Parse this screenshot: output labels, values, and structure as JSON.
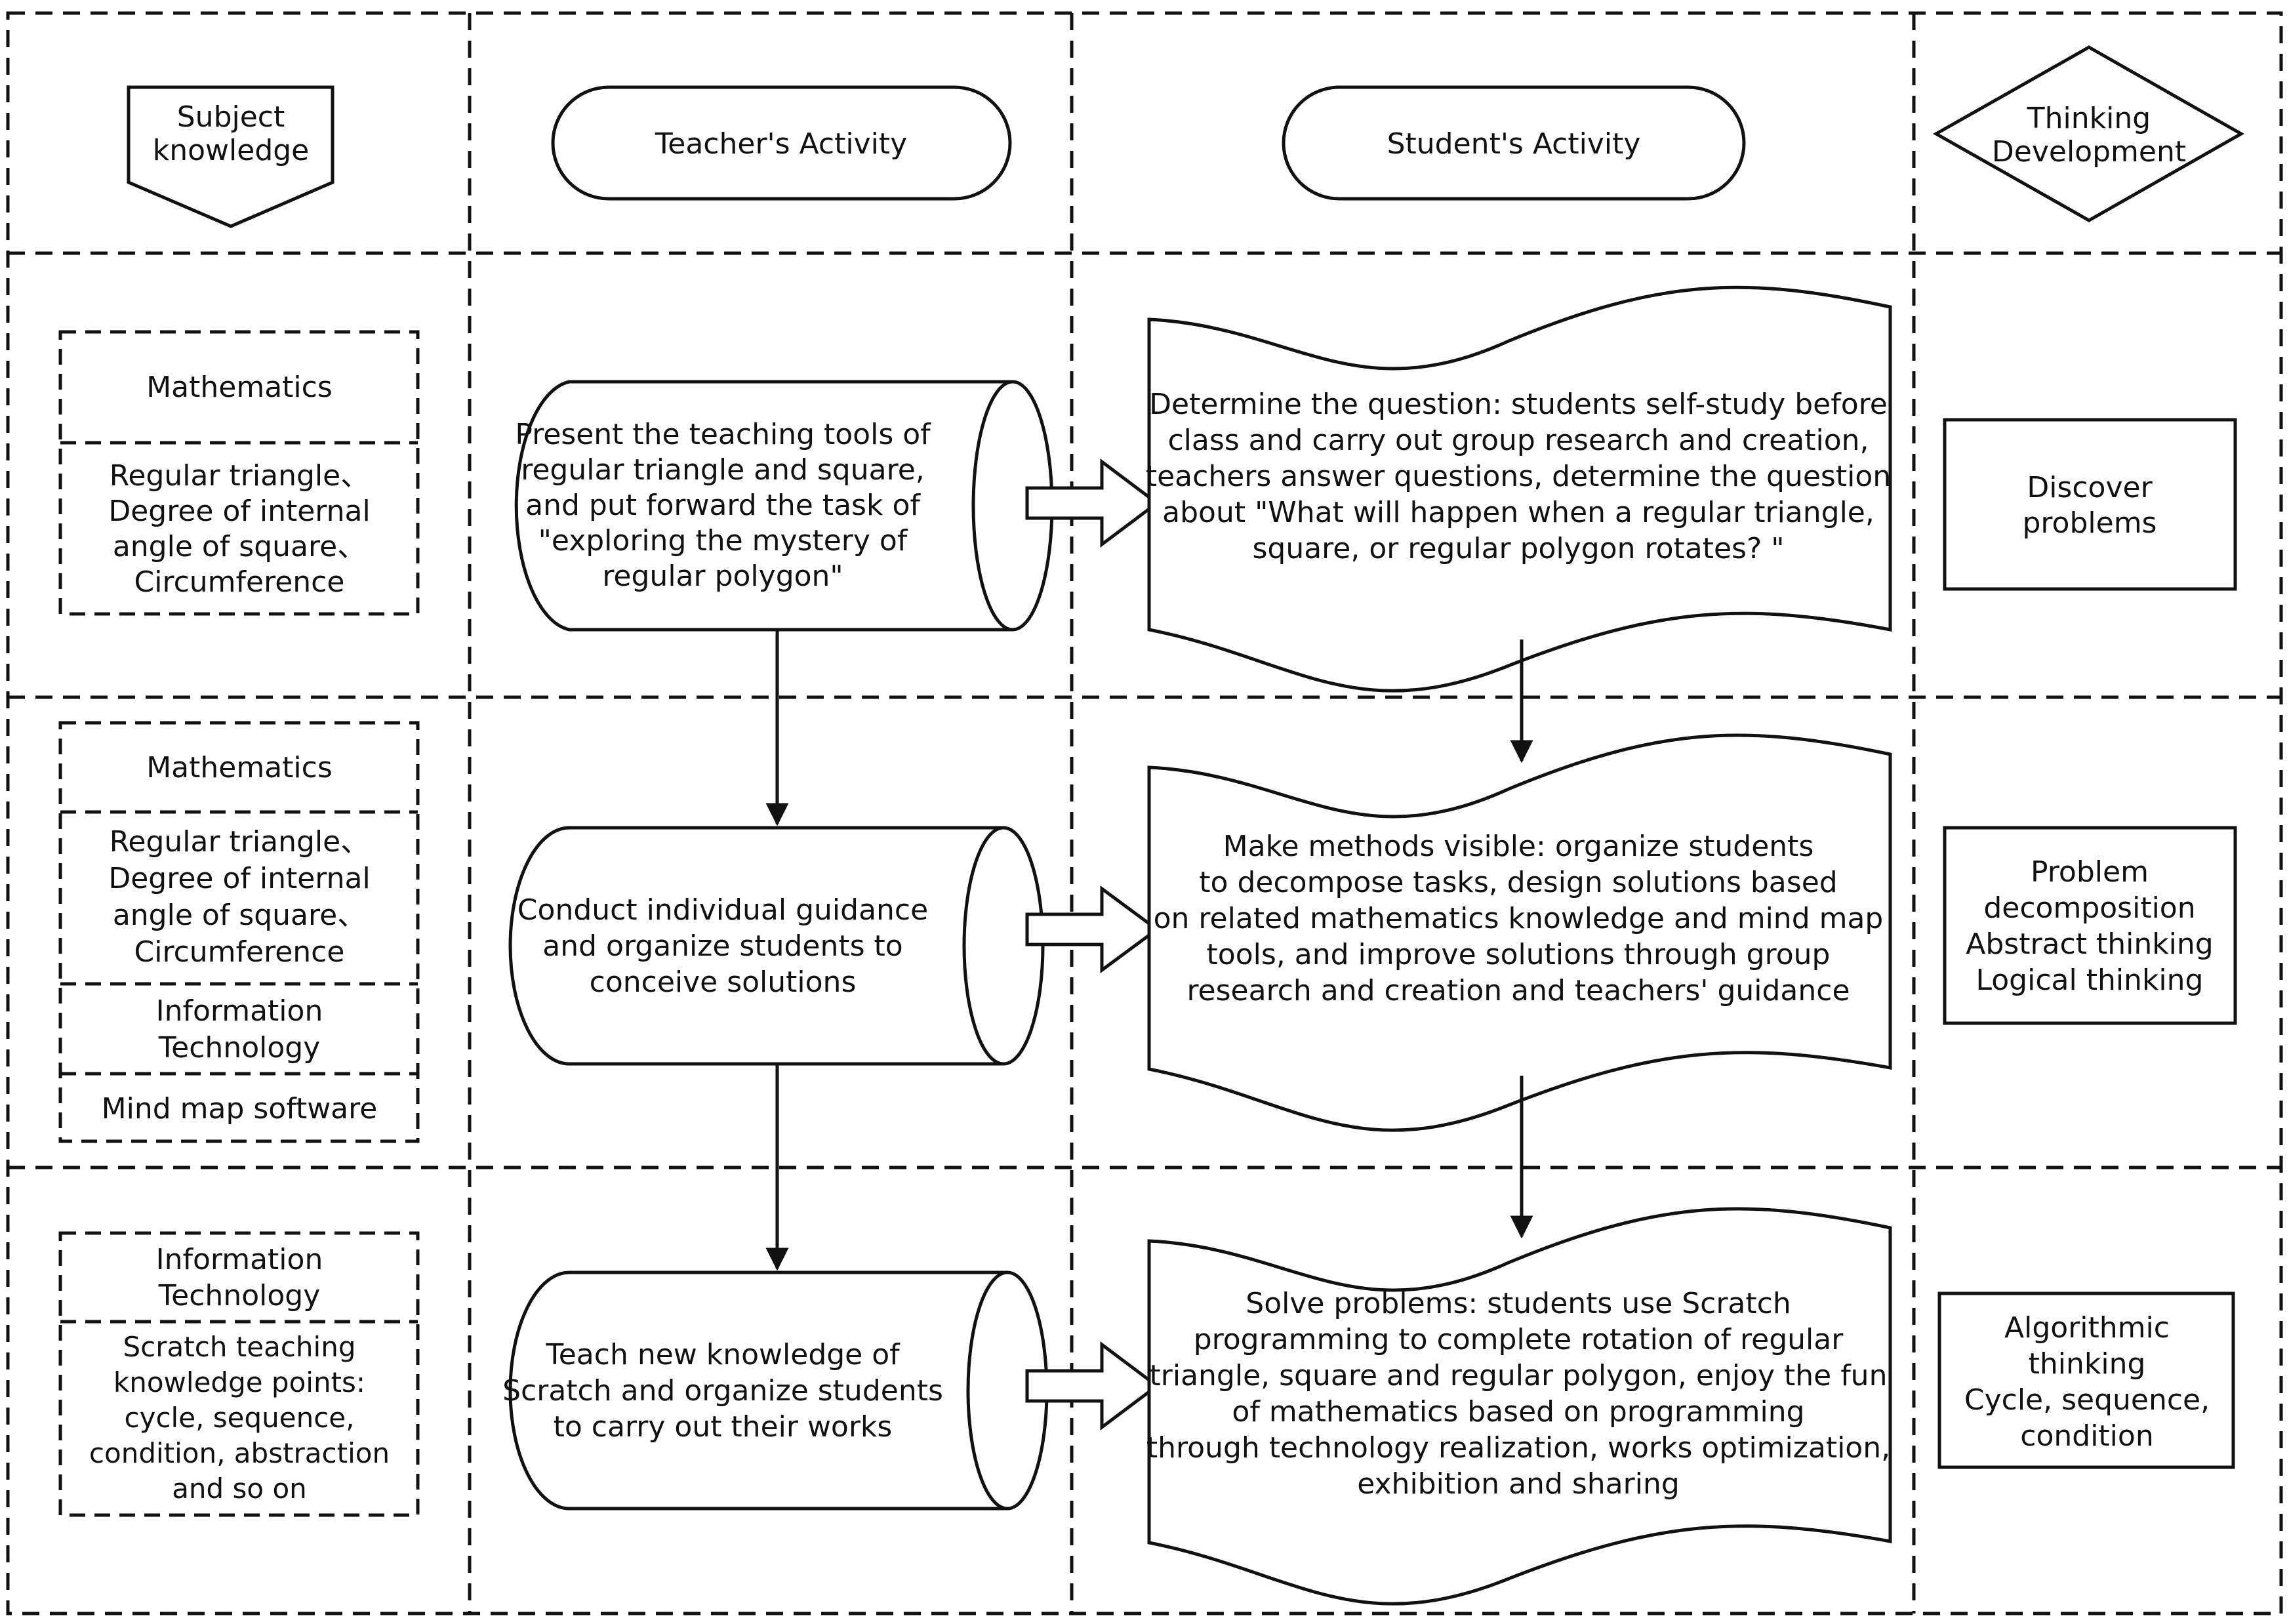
{
  "headers": {
    "subject": [
      "Subject",
      "knowledge"
    ],
    "teacher": "Teacher's Activity",
    "student": "Student's Activity",
    "thinking": [
      "Thinking",
      "Development"
    ]
  },
  "rows": [
    {
      "subject_boxes": [
        [
          "Mathematics"
        ],
        [
          "Regular triangle、",
          "Degree of internal",
          "angle of square、",
          "Circumference"
        ]
      ],
      "teacher": [
        "Present the teaching tools of",
        "regular triangle and square,",
        "and put forward the task of",
        "\"exploring the mystery of",
        "regular polygon\""
      ],
      "student": [
        "Determine the question: students self-study before",
        "class and carry out group research and creation,",
        "teachers answer questions, determine the question",
        "about \"What will happen when a regular triangle,",
        "square, or regular polygon rotates? \""
      ],
      "thinking": [
        "Discover",
        "problems"
      ]
    },
    {
      "subject_boxes": [
        [
          "Mathematics"
        ],
        [
          "Regular triangle、",
          "Degree of internal",
          "angle of square、",
          "Circumference"
        ],
        [
          "Information",
          "Technology"
        ],
        [
          "Mind map software"
        ]
      ],
      "teacher": [
        "Conduct individual guidance",
        "and organize students to",
        "conceive solutions"
      ],
      "student": [
        "Make methods visible: organize students",
        "to decompose tasks, design solutions based",
        "on related mathematics knowledge and mind map",
        "tools, and improve solutions through group",
        "research and creation and teachers' guidance"
      ],
      "thinking": [
        "Problem",
        "decomposition",
        "Abstract thinking",
        "Logical thinking"
      ]
    },
    {
      "subject_boxes": [
        [
          "Information",
          "Technology"
        ],
        [
          "Scratch teaching",
          "knowledge points:",
          "cycle, sequence,",
          "condition, abstraction",
          "and so on"
        ]
      ],
      "teacher": [
        "Teach new knowledge of",
        "Scratch and organize students",
        "to carry out their works"
      ],
      "student": [
        "Solve problems: students use Scratch",
        "programming to complete rotation of regular",
        "triangle, square and regular polygon, enjoy the fun",
        "of mathematics based on programming",
        "through technology realization, works optimization,",
        "exhibition and sharing"
      ],
      "thinking": [
        "Algorithmic",
        "thinking",
        "Cycle, sequence,",
        "condition"
      ]
    }
  ]
}
